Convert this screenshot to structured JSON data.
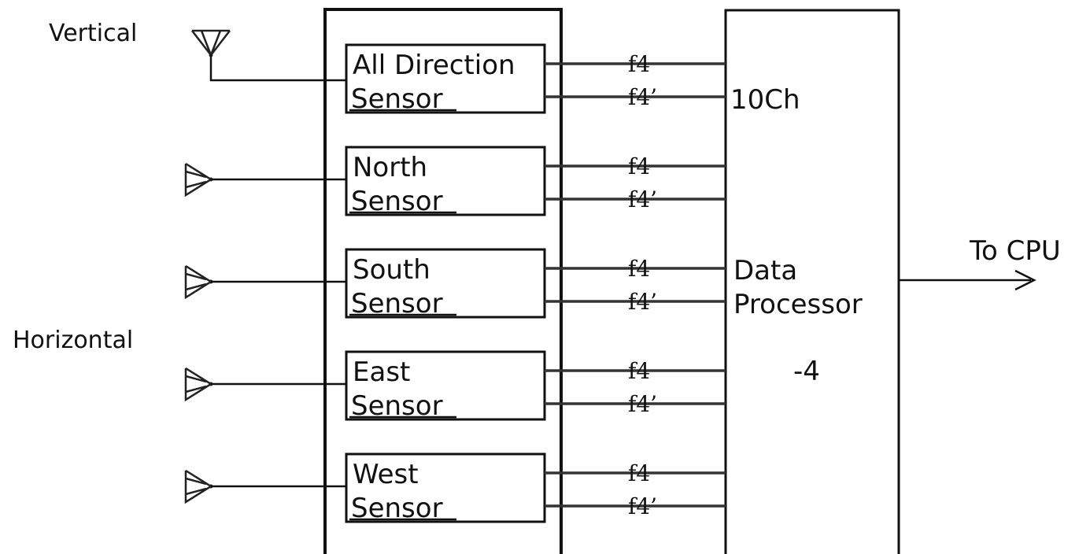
{
  "labels": {
    "vertical": "Vertical",
    "horizontal": "Horizontal",
    "to_cpu": "To CPU",
    "channels": "10Ch",
    "processor_line1": "Data",
    "processor_line2": "Processor",
    "processor_id": "-4"
  },
  "signals": {
    "primary": "f4",
    "secondary": "f4’"
  },
  "sensors": [
    {
      "line1": "All Direction",
      "line2": "Sensor",
      "antenna": "vertical-antenna-icon"
    },
    {
      "line1": "North",
      "line2": "Sensor",
      "antenna": "horizontal-antenna-icon"
    },
    {
      "line1": "South",
      "line2": "Sensor",
      "antenna": "horizontal-antenna-icon"
    },
    {
      "line1": "East",
      "line2": "Sensor",
      "antenna": "horizontal-antenna-icon"
    },
    {
      "line1": "West",
      "line2": "Sensor",
      "antenna": "horizontal-antenna-icon"
    }
  ]
}
